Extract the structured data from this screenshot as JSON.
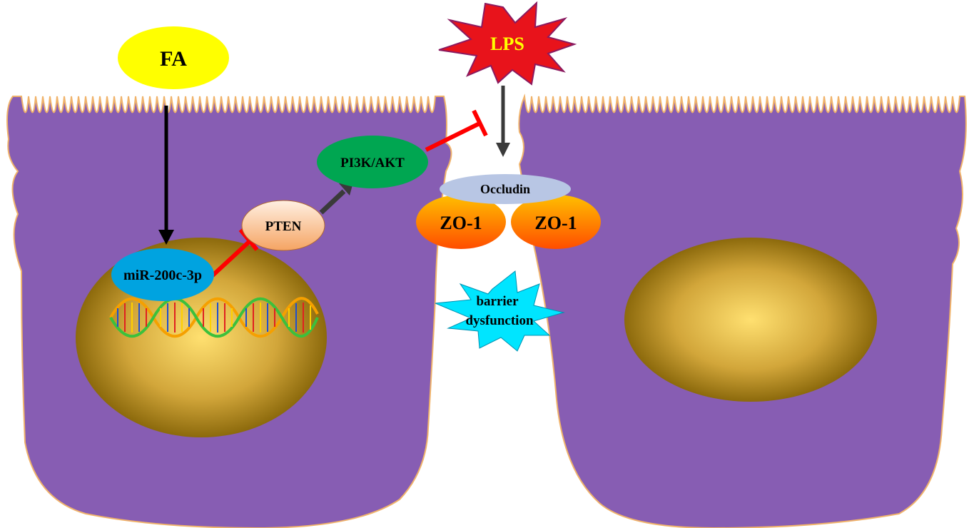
{
  "labels": {
    "fa": "FA",
    "lps": "LPS",
    "mir": "miR-200c-3p",
    "pten": "PTEN",
    "pi3k": "PI3K/AKT",
    "occludin": "Occludin",
    "zo1_left": "ZO-1",
    "zo1_right": "ZO-1",
    "barrier_line1": "barrier",
    "barrier_line2": "dysfunction"
  },
  "colors": {
    "cell": "#875db3",
    "cell_border": "#f0b36b",
    "fa": "#ffff00",
    "lps_fill": "#e8131b",
    "lps_text": "#ffff00",
    "mir": "#00a3e0",
    "pten_top": "#ffe0c8",
    "pten_bottom": "#f7b078",
    "pi3k": "#00a651",
    "occludin": "#b8c6e4",
    "zo1_top": "#ffc000",
    "zo1_bottom": "#ff4000",
    "barrier": "#00e5ff",
    "activation_arrow": "#3a3a3a",
    "main_arrow": "#000000",
    "inhibition": "#ff0000",
    "nucleus_light": "#ffe070",
    "nucleus_dark": "#7a5a00"
  }
}
